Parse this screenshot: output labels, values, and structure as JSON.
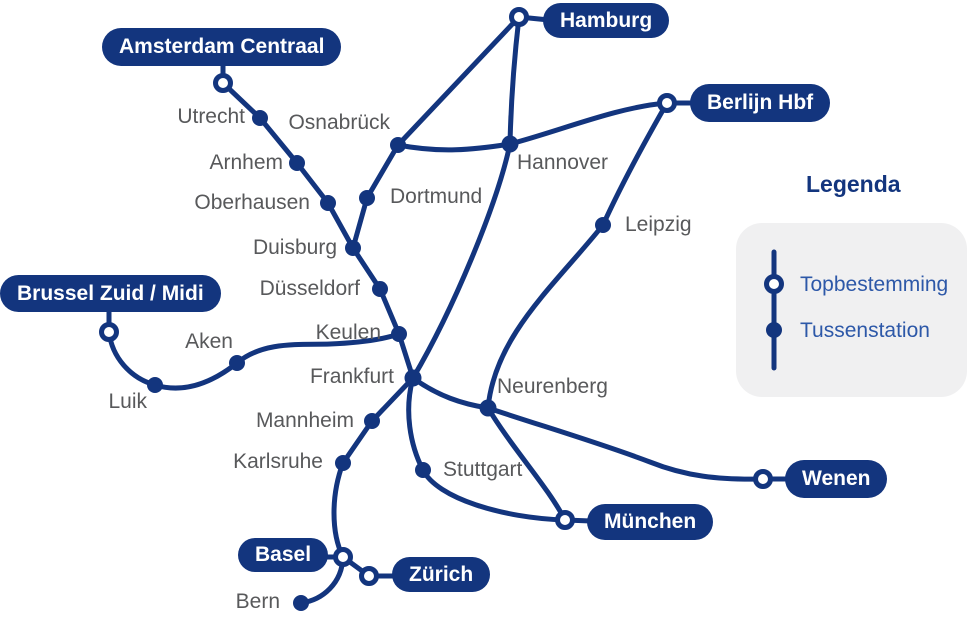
{
  "colors": {
    "route_line": "#13357E",
    "badge_background": "#13357E",
    "badge_text": "#FFFFFF",
    "station_label": "#58595B",
    "legend_text": "#2D58A8",
    "legend_box": "#F0F0F1"
  },
  "destinations": [
    {
      "label": "Amsterdam Centraal"
    },
    {
      "label": "Hamburg"
    },
    {
      "label": "Berlijn Hbf"
    },
    {
      "label": "Brussel Zuid / Midi"
    },
    {
      "label": "Wenen"
    },
    {
      "label": "München"
    },
    {
      "label": "Basel"
    },
    {
      "label": "Zürich"
    }
  ],
  "stations": [
    {
      "label": "Utrecht"
    },
    {
      "label": "Arnhem"
    },
    {
      "label": "Oberhausen"
    },
    {
      "label": "Duisburg"
    },
    {
      "label": "Düsseldorf"
    },
    {
      "label": "Keulen"
    },
    {
      "label": "Frankfurt"
    },
    {
      "label": "Osnabrück"
    },
    {
      "label": "Dortmund"
    },
    {
      "label": "Hannover"
    },
    {
      "label": "Leipzig"
    },
    {
      "label": "Neurenberg"
    },
    {
      "label": "Stuttgart"
    },
    {
      "label": "Mannheim"
    },
    {
      "label": "Karlsruhe"
    },
    {
      "label": "Aken"
    },
    {
      "label": "Luik"
    },
    {
      "label": "Bern"
    }
  ],
  "legend": {
    "title": "Legenda",
    "items": [
      {
        "label": "Topbestemming",
        "marker": "open-circle"
      },
      {
        "label": "Tussenstation",
        "marker": "filled-dot"
      }
    ]
  }
}
